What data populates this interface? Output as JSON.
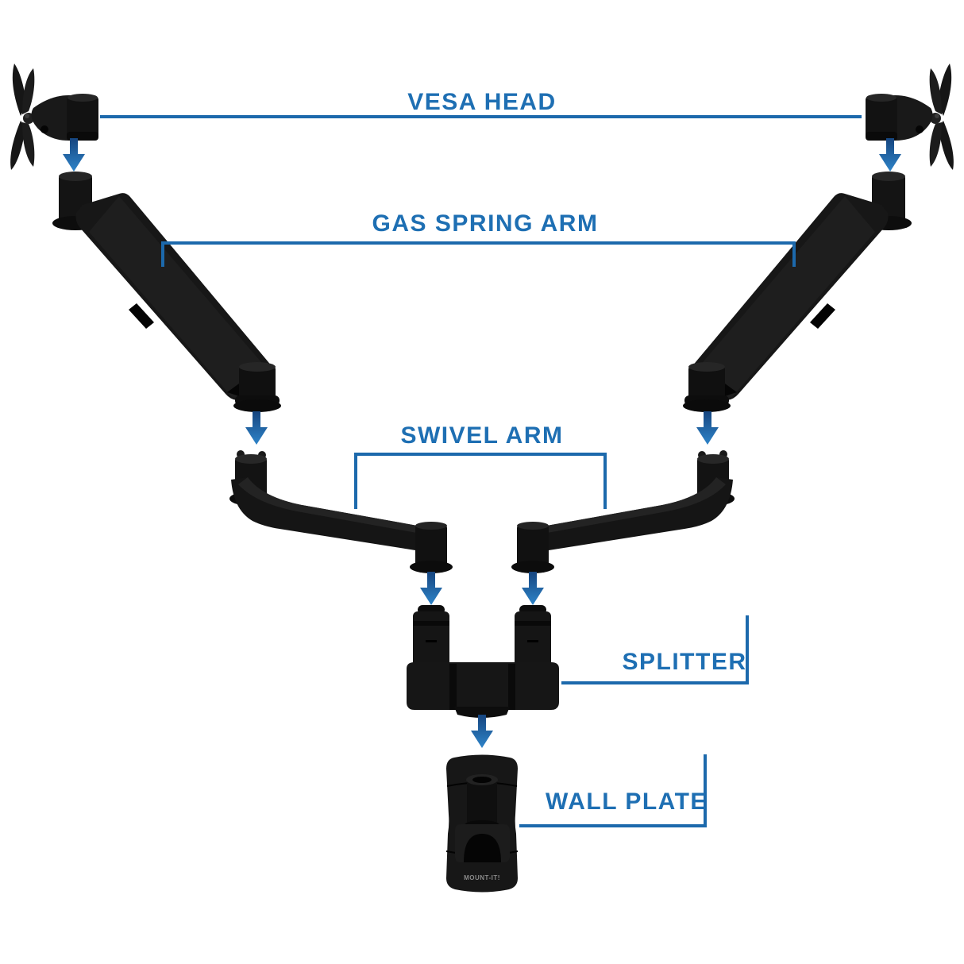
{
  "figure": {
    "type": "exploded-parts-diagram",
    "subject": "dual monitor gas spring wall mount components",
    "background": "#ffffff",
    "accent_blue": "#1E6FB3",
    "line_blue": "#1C69AC",
    "arrow_gradient_top": "#16457F",
    "arrow_gradient_bottom": "#2E84C9",
    "part_black": "#151515"
  },
  "labels": {
    "vesa_head": "VESA HEAD",
    "gas_spring_arm": "GAS SPRING ARM",
    "swivel_arm": "SWIVEL ARM",
    "splitter": "SPLITTER",
    "wall_plate": "WALL PLATE"
  },
  "brand": {
    "wall_plate_logo": "MOUNT-IT!"
  },
  "parts": [
    {
      "name": "VESA HEAD",
      "quantity_shown": 2
    },
    {
      "name": "GAS SPRING ARM",
      "quantity_shown": 2
    },
    {
      "name": "SWIVEL ARM",
      "quantity_shown": 2
    },
    {
      "name": "SPLITTER",
      "quantity_shown": 1
    },
    {
      "name": "WALL PLATE",
      "quantity_shown": 1
    }
  ]
}
